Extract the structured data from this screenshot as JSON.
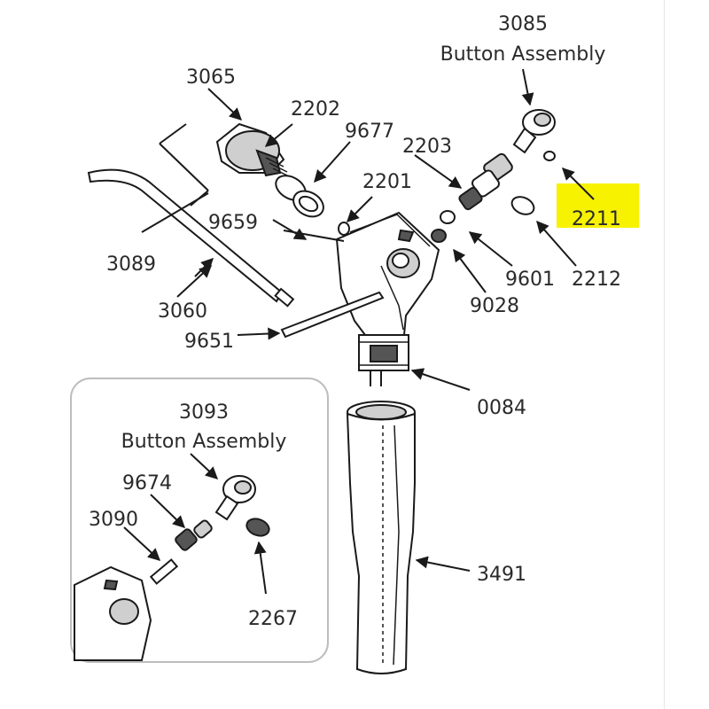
{
  "colors": {
    "highlight": "#f7f200",
    "line": "#1a1a1a",
    "text": "#2a2a2a"
  },
  "labels": {
    "l3085": "3085",
    "button_assembly_top": "Button Assembly",
    "l3065": "3065",
    "l2202": "2202",
    "l9677": "9677",
    "l2203": "2203",
    "l2201": "2201",
    "l2211": "2211",
    "l9659": "9659",
    "l3089": "3089",
    "l9601": "9601",
    "l2212": "2212",
    "l9028": "9028",
    "l3060": "3060",
    "l9651": "9651",
    "l0084": "0084",
    "l3093": "3093",
    "button_assembly_inset": "Button Assembly",
    "l9674": "9674",
    "l3090": "3090",
    "l3491": "3491",
    "l2267": "2267"
  }
}
